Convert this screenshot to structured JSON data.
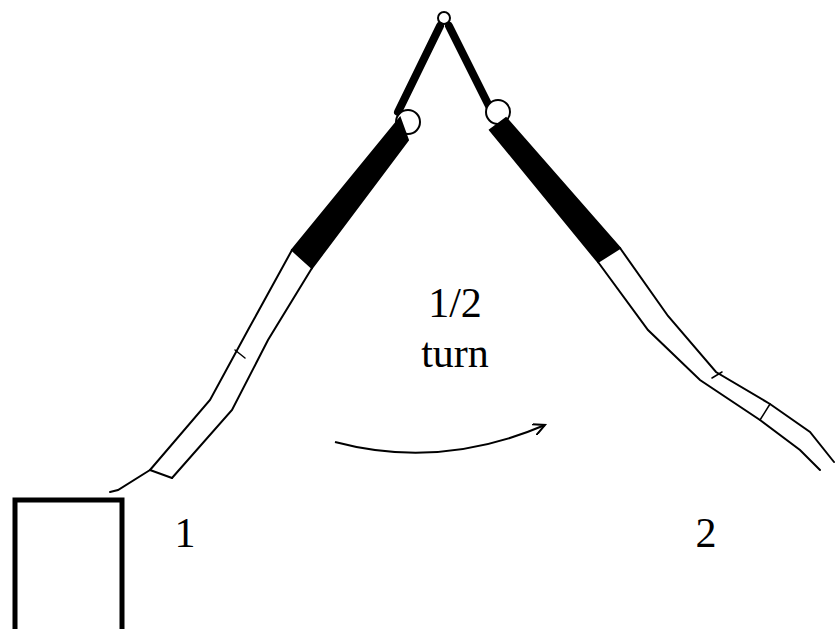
{
  "diagram": {
    "labels": [
      "1/2 turn",
      "1",
      "2"
    ]
  }
}
